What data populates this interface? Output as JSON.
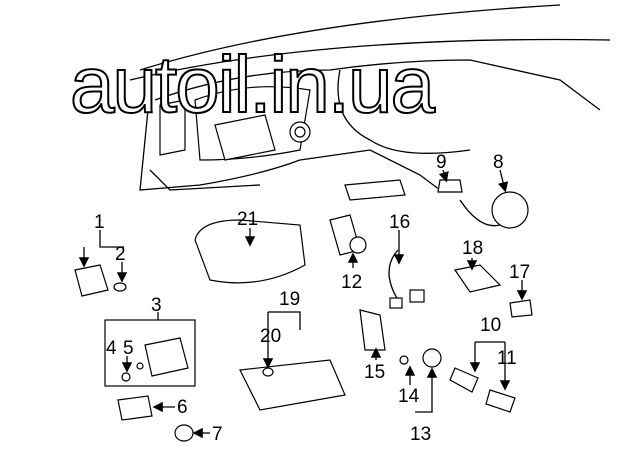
{
  "diagram": {
    "title": "Instrument panel switches parts diagram",
    "callouts": [
      "1",
      "2",
      "3",
      "4",
      "5",
      "6",
      "7",
      "8",
      "9",
      "10",
      "11",
      "12",
      "13",
      "14",
      "15",
      "16",
      "17",
      "18",
      "19",
      "20",
      "21"
    ],
    "watermark": "autoil.in.ua"
  }
}
